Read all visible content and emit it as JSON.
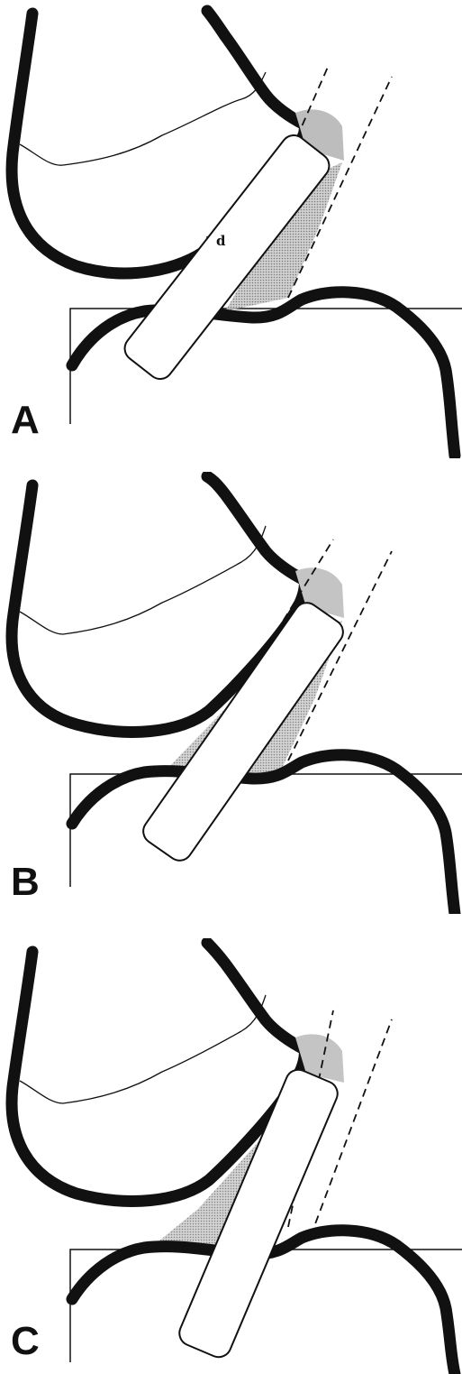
{
  "panels": [
    {
      "id": "A",
      "label": "A",
      "distance_label": "d"
    },
    {
      "id": "B",
      "label": "B"
    },
    {
      "id": "C",
      "label": "C"
    }
  ],
  "colors": {
    "line": "#111111",
    "shade_dark": "#555555",
    "shade_light": "#a8a8a8",
    "background": "#ffffff"
  }
}
